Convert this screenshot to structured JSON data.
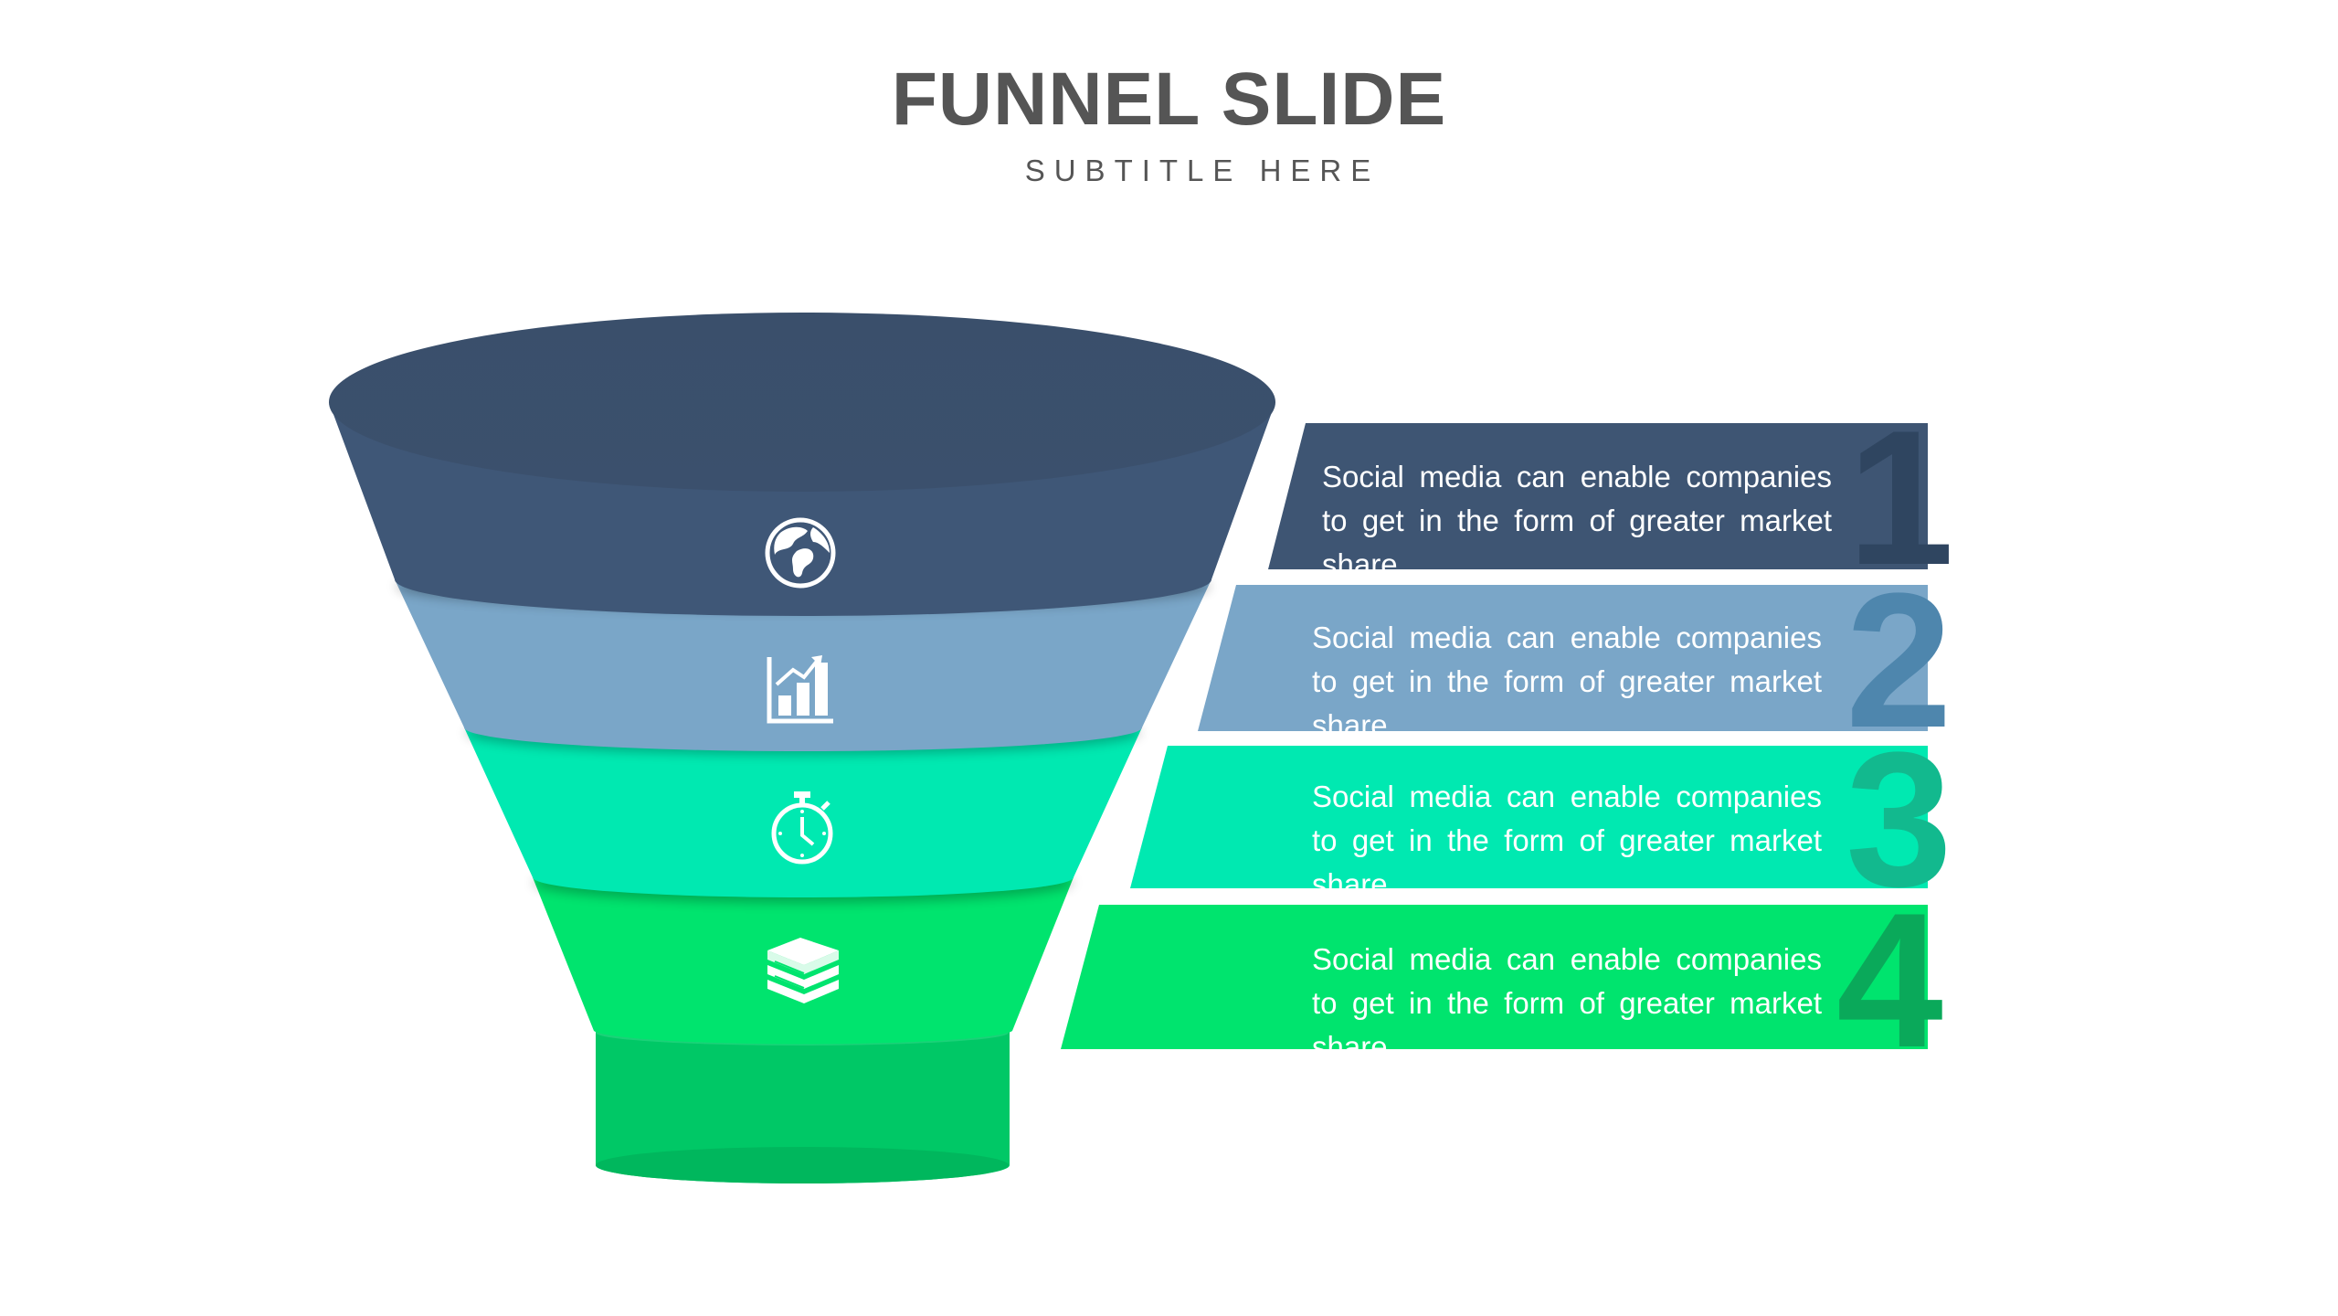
{
  "slide": {
    "title": "FUNNEL SLIDE",
    "subtitle": "SUBTITLE HERE"
  },
  "colors": {
    "stage1": "#3e5573",
    "stage1_top": "#3a4f6b",
    "stage2": "#7aa6c8",
    "stage3": "#00e9b1",
    "stage4": "#00e46e",
    "base": "#00c866",
    "num1": "#2f4560",
    "num2": "#4e86ad",
    "num3": "#12b98e",
    "num4": "#0aa95a",
    "text": "#555555"
  },
  "stages": [
    {
      "number": "1",
      "icon": "globe-icon",
      "text": "Social media can enable companies to get in the form of greater market share."
    },
    {
      "number": "2",
      "icon": "bar-chart-icon",
      "text": "Social media can enable companies to get in the form of greater market share."
    },
    {
      "number": "3",
      "icon": "stopwatch-icon",
      "text": "Social media can enable companies to get in the form of greater market share."
    },
    {
      "number": "4",
      "icon": "books-icon",
      "text": "Social media can enable companies to get in the form of greater market share."
    }
  ]
}
